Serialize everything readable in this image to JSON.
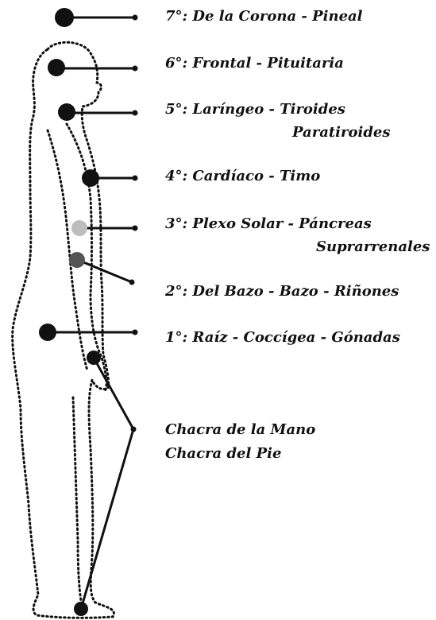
{
  "colors": {
    "ink": "#111111",
    "light_dot": "#bdbdbd",
    "mid_dot": "#555555",
    "background": "#ffffff"
  },
  "chakras": [
    {
      "label": "7°: De la Corona - Pineal",
      "dot_color": "#111111"
    },
    {
      "label": "6°: Frontal - Pituitaria",
      "dot_color": "#111111"
    },
    {
      "label": "5°: Laríngeo - Tiroides",
      "label_line2": "Paratiroides",
      "dot_color": "#111111"
    },
    {
      "label": "4°: Cardíaco - Timo",
      "dot_color": "#111111"
    },
    {
      "label": "3°: Plexo Solar - Páncreas",
      "label_line2": "Suprarrenales",
      "dot_color": "#bdbdbd"
    },
    {
      "label": "2°: Del Bazo - Bazo - Riñones",
      "dot_color": "#555555"
    },
    {
      "label": "1°: Raíz - Coccígea - Gónadas",
      "dot_color": "#111111"
    }
  ],
  "extremities": {
    "hand": "Chacra de la Mano",
    "foot": "Chacra del Pie"
  }
}
